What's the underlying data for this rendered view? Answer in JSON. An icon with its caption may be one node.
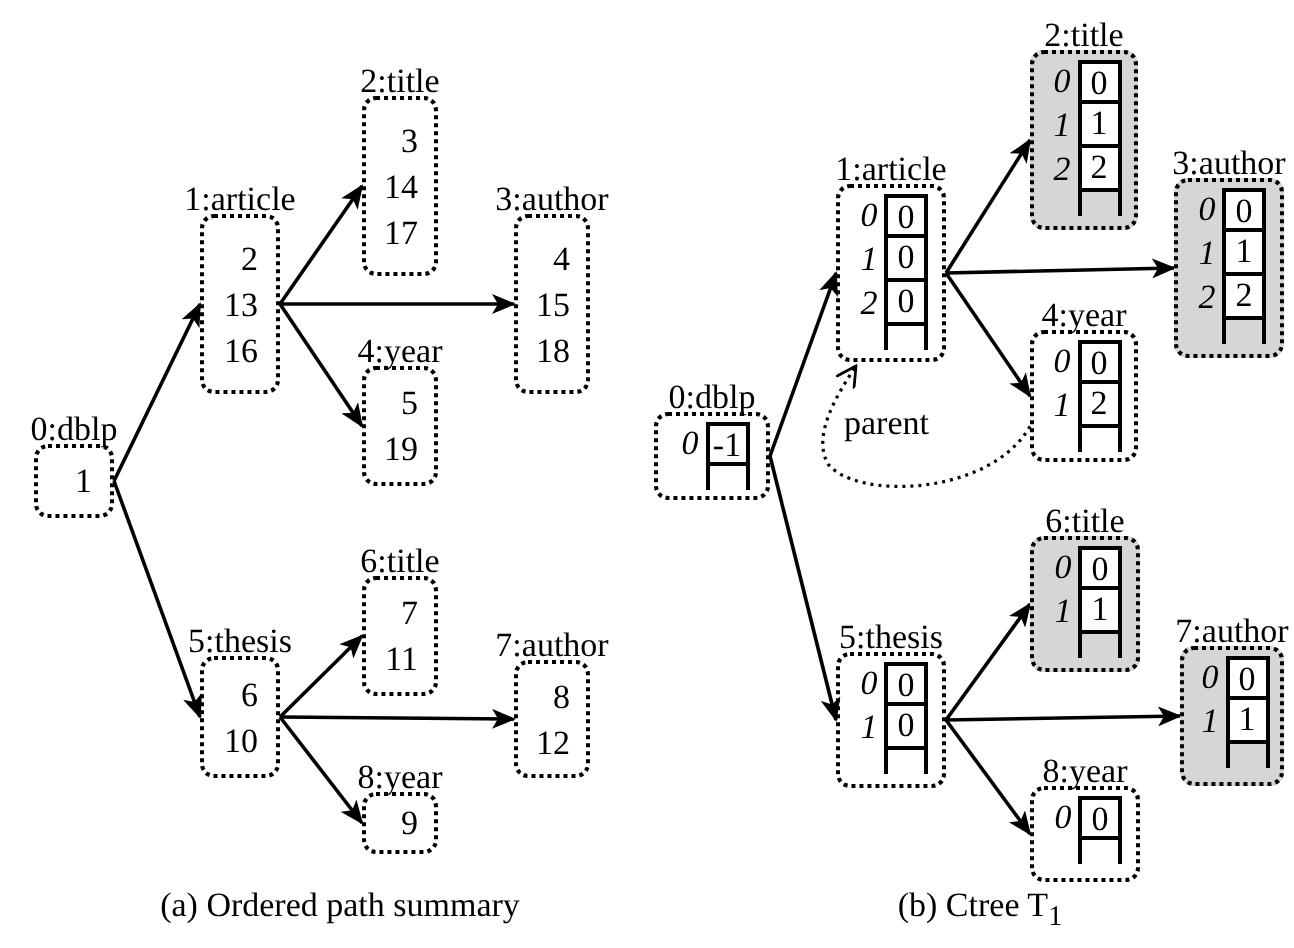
{
  "diagram": {
    "nodes": [
      {
        "text": [
          "0:dblp",
          "1"
        ]
      },
      {
        "text": [
          "1:article",
          "2 13 16"
        ]
      },
      {
        "text": [
          "2:title",
          "3 14 17"
        ]
      },
      {
        "text": [
          "3:author",
          "4 15 18"
        ]
      },
      {
        "text": [
          "4:year",
          "5 19"
        ]
      },
      {
        "text": [
          "5:thesis",
          "6 10"
        ]
      },
      {
        "text": [
          "6:title",
          "7 11"
        ]
      },
      {
        "text": [
          "7:author",
          "8 12"
        ]
      },
      {
        "text": [
          "8:year",
          "9"
        ]
      },
      {
        "text": [
          "0:dblp",
          "0",
          "-1"
        ]
      },
      {
        "text": [
          "1:article",
          "0",
          "0",
          "1",
          "0",
          "2",
          "0"
        ]
      },
      {
        "text": [
          "2:title",
          "0",
          "0",
          "1",
          "1",
          "2",
          "2"
        ]
      },
      {
        "text": [
          "3:author",
          "0",
          "0",
          "1",
          "1",
          "2",
          "2"
        ]
      },
      {
        "text": [
          "4:year",
          "0",
          "0",
          "1",
          "2"
        ]
      },
      {
        "text": [
          "5:thesis",
          "0",
          "0",
          "1",
          "0"
        ]
      },
      {
        "text": [
          "6:title",
          "0",
          "0",
          "1",
          "1"
        ]
      },
      {
        "text": [
          "7:author",
          "0",
          "0",
          "1",
          "1"
        ]
      },
      {
        "text": [
          "8:year",
          "0",
          "0"
        ]
      }
    ],
    "edges": [
      {
        "from": 0,
        "to": 1,
        "arrow": "to"
      },
      {
        "from": 0,
        "to": 5,
        "arrow": "to"
      },
      {
        "from": 1,
        "to": 2,
        "arrow": "to"
      },
      {
        "from": 1,
        "to": 3,
        "arrow": "to"
      },
      {
        "from": 1,
        "to": 4,
        "arrow": "to"
      },
      {
        "from": 5,
        "to": 6,
        "arrow": "to"
      },
      {
        "from": 5,
        "to": 7,
        "arrow": "to"
      },
      {
        "from": 5,
        "to": 8,
        "arrow": "to"
      },
      {
        "from": 9,
        "to": 10,
        "arrow": "to"
      },
      {
        "from": 9,
        "to": 14,
        "arrow": "to"
      },
      {
        "from": 10,
        "to": 11,
        "arrow": "to"
      },
      {
        "from": 10,
        "to": 12,
        "arrow": "to"
      },
      {
        "from": 10,
        "to": 13,
        "arrow": "to"
      },
      {
        "from": 14,
        "to": 15,
        "arrow": "to"
      },
      {
        "from": 14,
        "to": 16,
        "arrow": "to"
      },
      {
        "from": 14,
        "to": 17,
        "arrow": "to"
      },
      {
        "from": 13,
        "to": 10,
        "arrow": "to",
        "label": "parent",
        "style": "dashed"
      }
    ],
    "labels": [
      "(a) Ordered path summary",
      "(b) Ctree T$_{1}$"
    ]
  }
}
